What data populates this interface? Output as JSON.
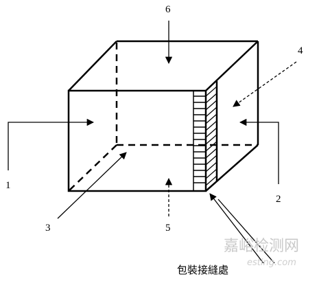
{
  "labels": {
    "l1": "1",
    "l2": "2",
    "l3": "3",
    "l4": "4",
    "l5": "5",
    "l6": "6"
  },
  "seam_caption": "包裝接縫處",
  "watermark": {
    "cn": "嘉峪检测网",
    "url": "esting.com"
  }
}
